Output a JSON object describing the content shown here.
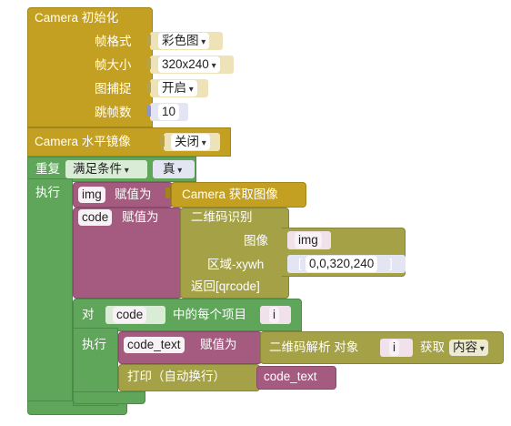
{
  "camera_init": {
    "label": "Camera  初始化",
    "frame_format_label": "帧格式",
    "frame_format_value": "彩色图",
    "frame_size_label": "帧大小",
    "frame_size_value": "320x240",
    "capture_label": "图捕捉",
    "capture_value": "开启",
    "skip_frames_label": "跳帧数",
    "skip_frames_value": "10"
  },
  "camera_mirror": {
    "label": "Camera  水平镜像",
    "value": "关闭"
  },
  "repeat_block": {
    "label": "重复",
    "mode_value": "满足条件",
    "condition_value": "真",
    "do_label": "执行"
  },
  "assign_img": {
    "var_name": "img",
    "assign_label": "赋值为",
    "camera_get": "Camera  获取图像"
  },
  "assign_code": {
    "var_name": "code",
    "assign_label": "赋值为",
    "qr_recognize_label": "二维码识别",
    "image_label": "图像",
    "image_value": "img",
    "region_label": "区域-xywh",
    "region_bracket_open": "[",
    "region_value": "0,0,320,240",
    "region_bracket_close": "]",
    "return_label": "返回[qrcode]"
  },
  "for_each": {
    "for_label": "对",
    "list_var": "code",
    "each_label": "中的每个项目",
    "item_var": "i",
    "do_label": "执行"
  },
  "assign_code_text": {
    "var_name": "code_text",
    "assign_label": "赋值为",
    "parse_label": "二维码解析  对象",
    "object_var": "i",
    "get_label": "获取",
    "get_value": "内容"
  },
  "print_block": {
    "label": "打印（自动换行）",
    "value": "code_text"
  }
}
